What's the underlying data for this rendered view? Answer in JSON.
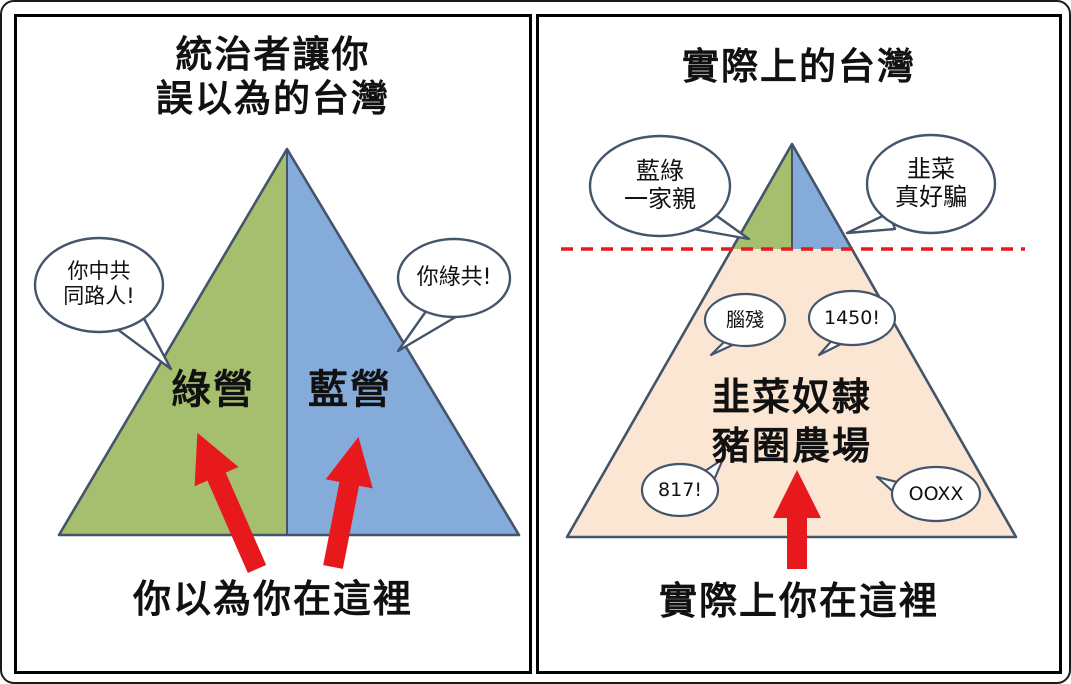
{
  "colors": {
    "green_fill": "#a6bf6f",
    "blue_fill": "#85abda",
    "peach_fill": "#fbe5d3",
    "outline": "#44546a",
    "arrow_red": "#e8191c",
    "dashed_line_red": "#e8191c"
  },
  "left_panel": {
    "title": {
      "line1": "統治者讓你",
      "line2": "誤以為的台灣"
    },
    "bubbles": {
      "accuse_ccp": {
        "line1": "你中共",
        "line2": "同路人!"
      },
      "accuse_green": "你綠共!"
    },
    "triangle": {
      "green_label": "綠營",
      "blue_label": "藍營"
    },
    "bottom_caption": "你以為你在這裡"
  },
  "right_panel": {
    "title": "實際上的台灣",
    "bubbles": {
      "blue_green_family": {
        "line1": "藍綠",
        "line2": "一家親"
      },
      "leeks_easy_fool": {
        "line1": "韭菜",
        "line2": "真好騙"
      },
      "brain_dead": "腦殘",
      "b1450": "1450!",
      "b817": "817!",
      "ooxx": "OOXX"
    },
    "triangle": {
      "center_line1": "韭菜奴隸",
      "center_line2": "豬圈農場"
    },
    "bottom_caption": "實際上你在這裡"
  }
}
